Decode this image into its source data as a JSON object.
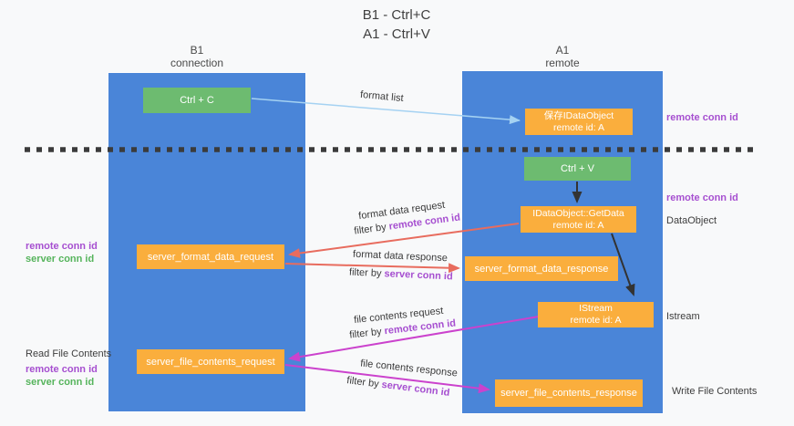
{
  "title": {
    "line1": "B1 - Ctrl+C",
    "line2": "A1 - Ctrl+V"
  },
  "columns": {
    "left": {
      "header_line1": "B1",
      "header_line2": "connection"
    },
    "right": {
      "header_line1": "A1",
      "header_line2": "remote"
    }
  },
  "boxes": {
    "ctrl_c": "Ctrl + C",
    "ctrl_v": "Ctrl + V",
    "save_dataobject": {
      "line1": "保存IDataObject",
      "line2": "remote id: A"
    },
    "getdata": {
      "line1": "IDataObject::GetData",
      "line2": "remote id: A"
    },
    "istream_box": {
      "line1": "IStream",
      "line2": "remote id: A"
    },
    "format_request": "server_format_data_request",
    "format_response": "server_format_data_response",
    "file_request": "server_file_contents_request",
    "file_response": "server_file_contents_response"
  },
  "arrow_labels": {
    "format_list": "format list",
    "format_data_request": "format data request",
    "filter_format_request": {
      "prefix": "filter by ",
      "id": "remote conn id"
    },
    "format_data_response": "format data response",
    "filter_format_response": {
      "prefix": "filter by ",
      "id": "server conn id"
    },
    "file_contents_request": "file contents request",
    "filter_file_request": {
      "prefix": "filter by ",
      "id": "remote conn id"
    },
    "file_contents_response": "file contents response",
    "filter_file_response": {
      "prefix": "filter by ",
      "id": "server conn id"
    }
  },
  "side_labels": {
    "right_remote_top": "remote conn id",
    "right_remote_mid": "remote conn id",
    "dataobject": "DataObject",
    "istream": "Istream",
    "write_file_contents": "Write File Contents",
    "left_remote_1": "remote conn id",
    "left_server_1": "server conn id",
    "read_file_contents": "Read File Contents",
    "left_remote_2": "remote conn id",
    "left_server_2": "server conn id"
  },
  "colors": {
    "column_blue": "#4a85d8",
    "box_green": "#6dbb70",
    "box_orange": "#faae3d",
    "arrow_red": "#e86c5e",
    "arrow_magenta": "#cb42cd",
    "arrow_lightblue": "#a5d2f2",
    "text_purple": "#a64fd0",
    "text_green": "#56b45c"
  }
}
